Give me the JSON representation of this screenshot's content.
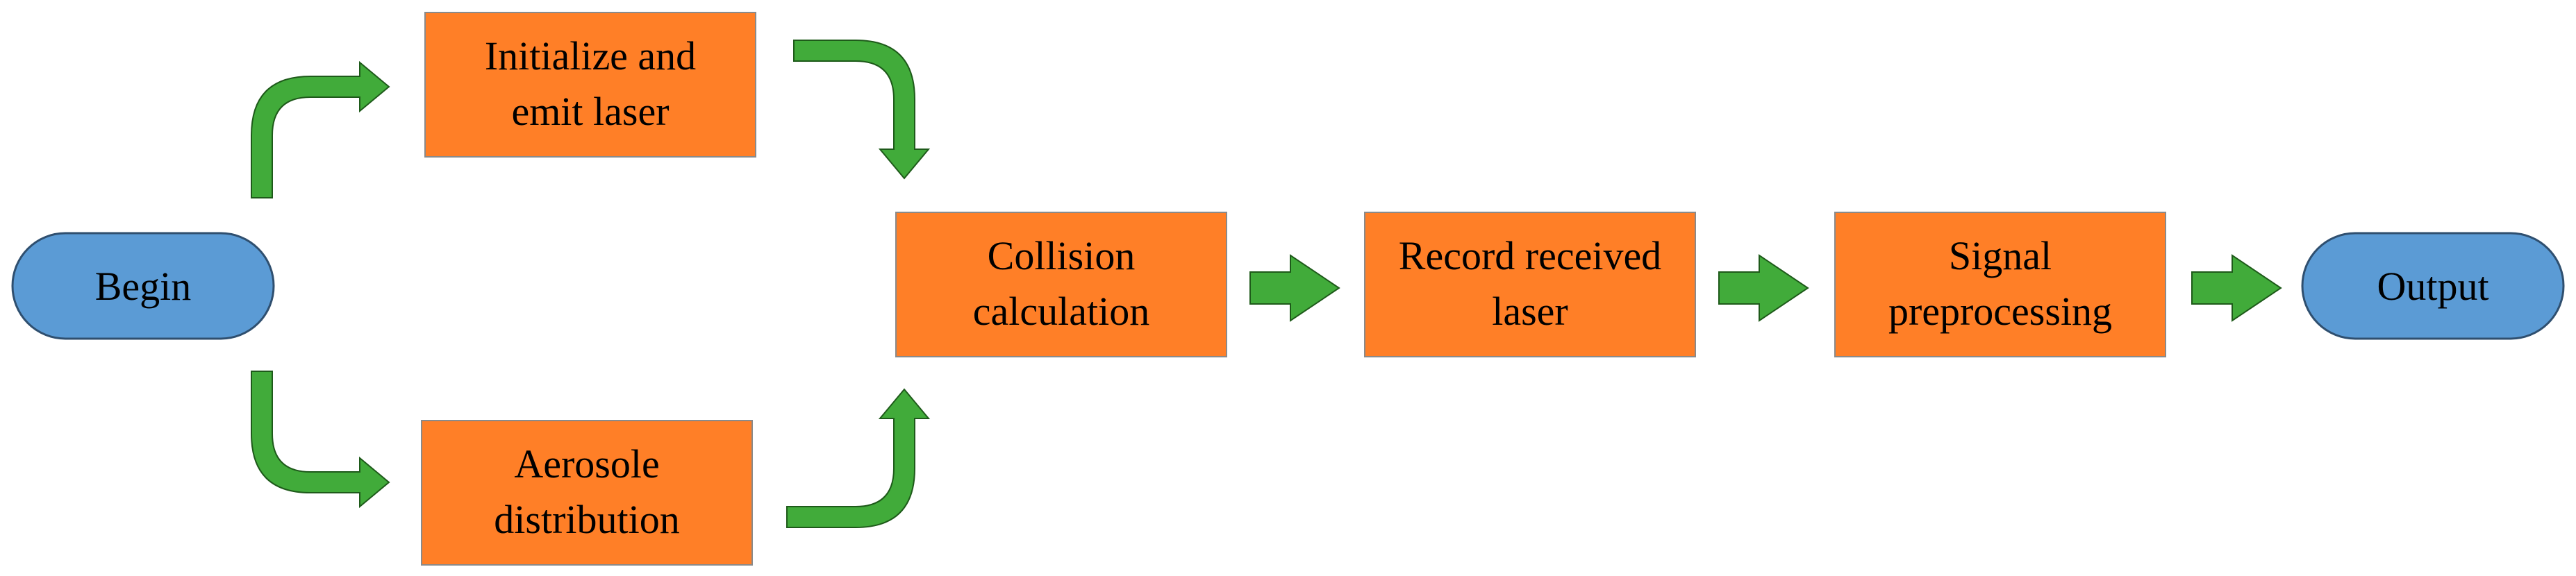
{
  "diagram": {
    "nodes": {
      "begin": {
        "label": "Begin",
        "color": "#5B9BD5"
      },
      "init": {
        "line1": "Initialize and",
        "line2": "emit laser",
        "color": "#FF7F27"
      },
      "aerosol": {
        "line1": "Aerosole",
        "line2": "distribution",
        "color": "#FF7F27"
      },
      "collision": {
        "line1": "Collision",
        "line2": "calculation",
        "color": "#FF7F27"
      },
      "record": {
        "line1": "Record received",
        "line2": "laser",
        "color": "#FF7F27"
      },
      "signal": {
        "line1": "Signal",
        "line2": "preprocessing",
        "color": "#FF7F27"
      },
      "output": {
        "label": "Output",
        "color": "#5B9BD5"
      }
    },
    "edges": [
      {
        "from": "begin",
        "to": "init"
      },
      {
        "from": "begin",
        "to": "aerosol"
      },
      {
        "from": "init",
        "to": "collision"
      },
      {
        "from": "aerosol",
        "to": "collision"
      },
      {
        "from": "collision",
        "to": "record"
      },
      {
        "from": "record",
        "to": "signal"
      },
      {
        "from": "signal",
        "to": "output"
      }
    ],
    "arrow_color": "#41AB3A"
  }
}
